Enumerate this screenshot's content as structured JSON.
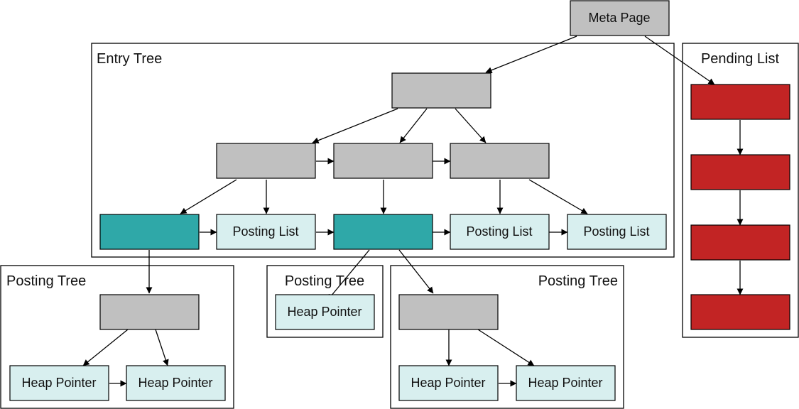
{
  "colors": {
    "inner_node": "#c0c0c0",
    "posting_tree_root": "#2fa8a8",
    "leaf": "#d8efef",
    "pending": "#c22424",
    "line": "#000000"
  },
  "containers": {
    "entry_tree": "Entry Tree",
    "pending_list": "Pending List",
    "posting_tree_left": "Posting Tree",
    "posting_tree_middle": "Posting Tree",
    "posting_tree_right": "Posting Tree"
  },
  "nodes": {
    "meta_page": "Meta Page",
    "entry_root": "",
    "entry_inner_1": "",
    "entry_inner_2": "",
    "entry_inner_3": "",
    "entry_leaf_1": "",
    "entry_leaf_2": "Posting List",
    "entry_leaf_3": "",
    "entry_leaf_4": "Posting List",
    "entry_leaf_5": "Posting List",
    "pending_1": "",
    "pending_2": "",
    "pending_3": "",
    "pending_4": "",
    "pt_left_root": "",
    "pt_left_leaf_1": "Heap Pointer",
    "pt_left_leaf_2": "Heap Pointer",
    "pt_middle_leaf_1": "Heap Pointer",
    "pt_right_root": "",
    "pt_right_leaf_1": "Heap Pointer",
    "pt_right_leaf_2": "Heap Pointer"
  }
}
